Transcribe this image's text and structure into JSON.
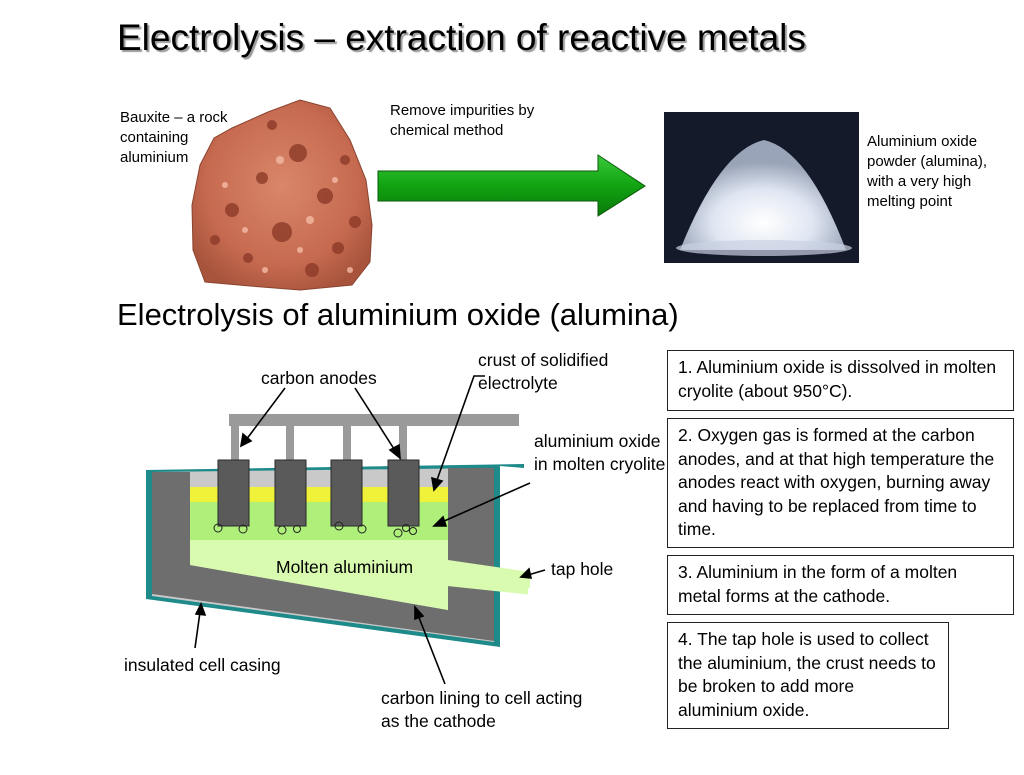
{
  "title": "Electrolysis – extraction of reactive metals",
  "top": {
    "bauxite_label": "Bauxite – a rock containing aluminium",
    "arrow_label": "Remove impurities by chemical method",
    "alumina_label": "Aluminium oxide powder (alumina), with a very high melting point"
  },
  "subtitle": "Electrolysis of aluminium oxide (alumina)",
  "diagram": {
    "carbon_anodes": "carbon anodes",
    "crust": "crust of solidified electrolyte",
    "alumina_in_cryolite": "aluminium oxide in molten cryolite",
    "molten_aluminium": "Molten aluminium",
    "tap_hole": "tap hole",
    "cell_casing": "insulated cell casing",
    "cathode": "carbon lining to cell acting as the cathode"
  },
  "steps": [
    "1. Aluminium oxide is dissolved in molten cryolite (about 950°C).",
    "2. Oxygen gas is formed at the carbon anodes, and at that high temperature the anodes react with oxygen, burning away and having to be replaced from time to time.",
    "3. Aluminium in the form of a molten metal forms at the cathode.",
    "4. The tap hole is used to collect the aluminium, the crust needs to be broken to add more aluminium oxide."
  ],
  "colors": {
    "arrow_green": "#11a311",
    "crust_yellow": "#f0f23a",
    "electrolyte_green": "#aef07a",
    "molten_aluminium": "#d8fbb0",
    "carbon_lining": "#6e6e6e",
    "casing_teal": "#1f8a8a",
    "anode_grey": "#5a5a5a"
  }
}
